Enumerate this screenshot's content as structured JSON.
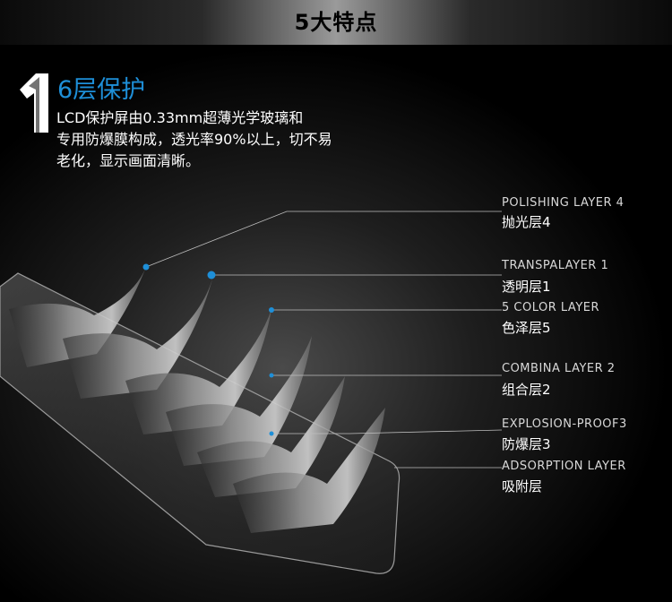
{
  "header": {
    "title": "5大特点"
  },
  "feature": {
    "number": "1",
    "title": "6层保护",
    "description": [
      "LCD保护屏由0.33mm超薄光学玻璃和",
      "专用防爆膜构成，透光率90%以上，切不易",
      "老化，显示画面清晰。"
    ]
  },
  "layers": [
    {
      "en": "POLISHING LAYER 4",
      "zh": "抛光层4"
    },
    {
      "en": "TRANSPALAYER 1",
      "zh": "透明层1"
    },
    {
      "en": "5 COLOR LAYER",
      "zh": "色泽层5"
    },
    {
      "en": "COMBINA  LAYER 2",
      "zh": "组合层2"
    },
    {
      "en": "EXPLOSION-PROOF3",
      "zh": "防爆层3"
    },
    {
      "en": "ADSORPTION LAYER",
      "zh": "吸附层"
    }
  ],
  "colors": {
    "accent": "#1e8fd8",
    "background": "#000000"
  }
}
